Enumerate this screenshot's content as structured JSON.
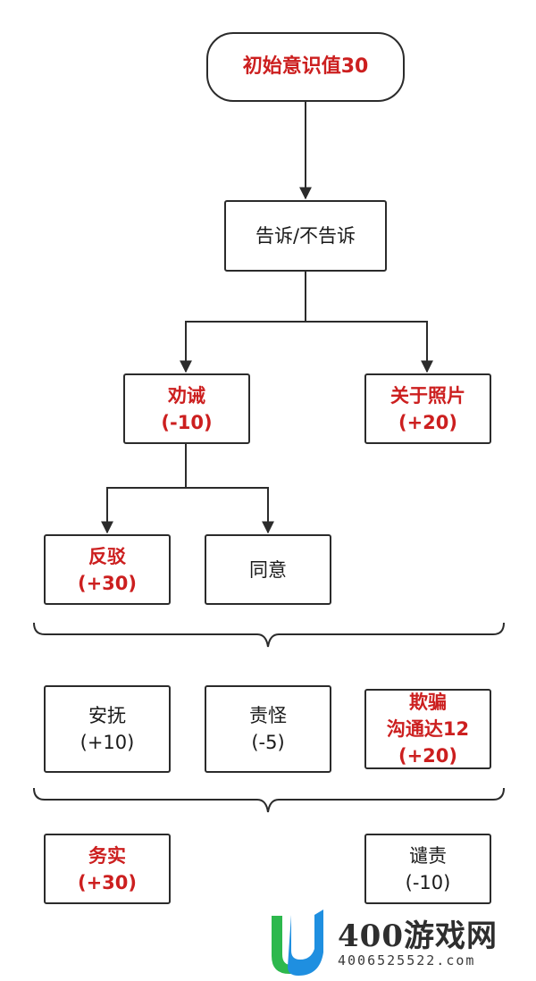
{
  "nodes": {
    "start": "初始意识值30",
    "tell": "告诉/不告诉",
    "persuade": [
      "劝诫",
      "(-10)"
    ],
    "photo": [
      "关于照片",
      "(+20)"
    ],
    "refute": [
      "反驳",
      "(+30)"
    ],
    "agree": "同意",
    "comfort": [
      "安抚",
      "(+10)"
    ],
    "blame": [
      "责怪",
      "(-5)"
    ],
    "deceive": [
      "欺骗",
      "沟通达12",
      "(+20)"
    ],
    "pragmatic": [
      "务实",
      "(+30)"
    ],
    "condemn": [
      "谴责",
      "(-10)"
    ]
  },
  "colors": {
    "highlight": "#cc1f1f",
    "line": "#2b2b2b",
    "text": "#1a1a1a"
  },
  "watermark": {
    "brand": "400游戏网",
    "phone": "4006525522.com",
    "logo_icon": "u-shaped-logo"
  }
}
